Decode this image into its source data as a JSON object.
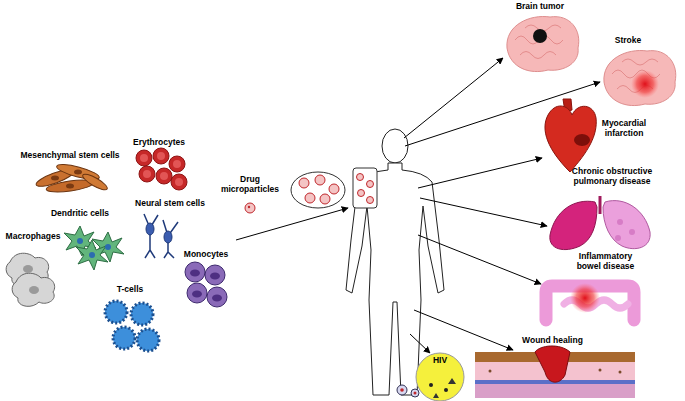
{
  "diagram": {
    "nodes": [
      {
        "text": [
          "Mesenchymal stem cells"
        ]
      },
      {
        "text": [
          "Erythrocytes"
        ]
      },
      {
        "text": [
          "Dendritic cells"
        ]
      },
      {
        "text": [
          "Neural stem cells"
        ]
      },
      {
        "text": [
          "Macrophages"
        ]
      },
      {
        "text": [
          "Monocytes"
        ]
      },
      {
        "text": [
          "T-cells"
        ]
      },
      {
        "text": [
          "Drug microparticles"
        ]
      },
      {
        "text": [
          "Brain tumor"
        ]
      },
      {
        "text": [
          "Stroke"
        ]
      },
      {
        "text": [
          "Myocardial infarction"
        ]
      },
      {
        "text": [
          "Chronic obstructive pulmonary disease"
        ]
      },
      {
        "text": [
          "Inflammatory bowel disease"
        ]
      },
      {
        "text": [
          "Wound healing"
        ]
      },
      {
        "text": [
          "HIV"
        ]
      }
    ]
  }
}
